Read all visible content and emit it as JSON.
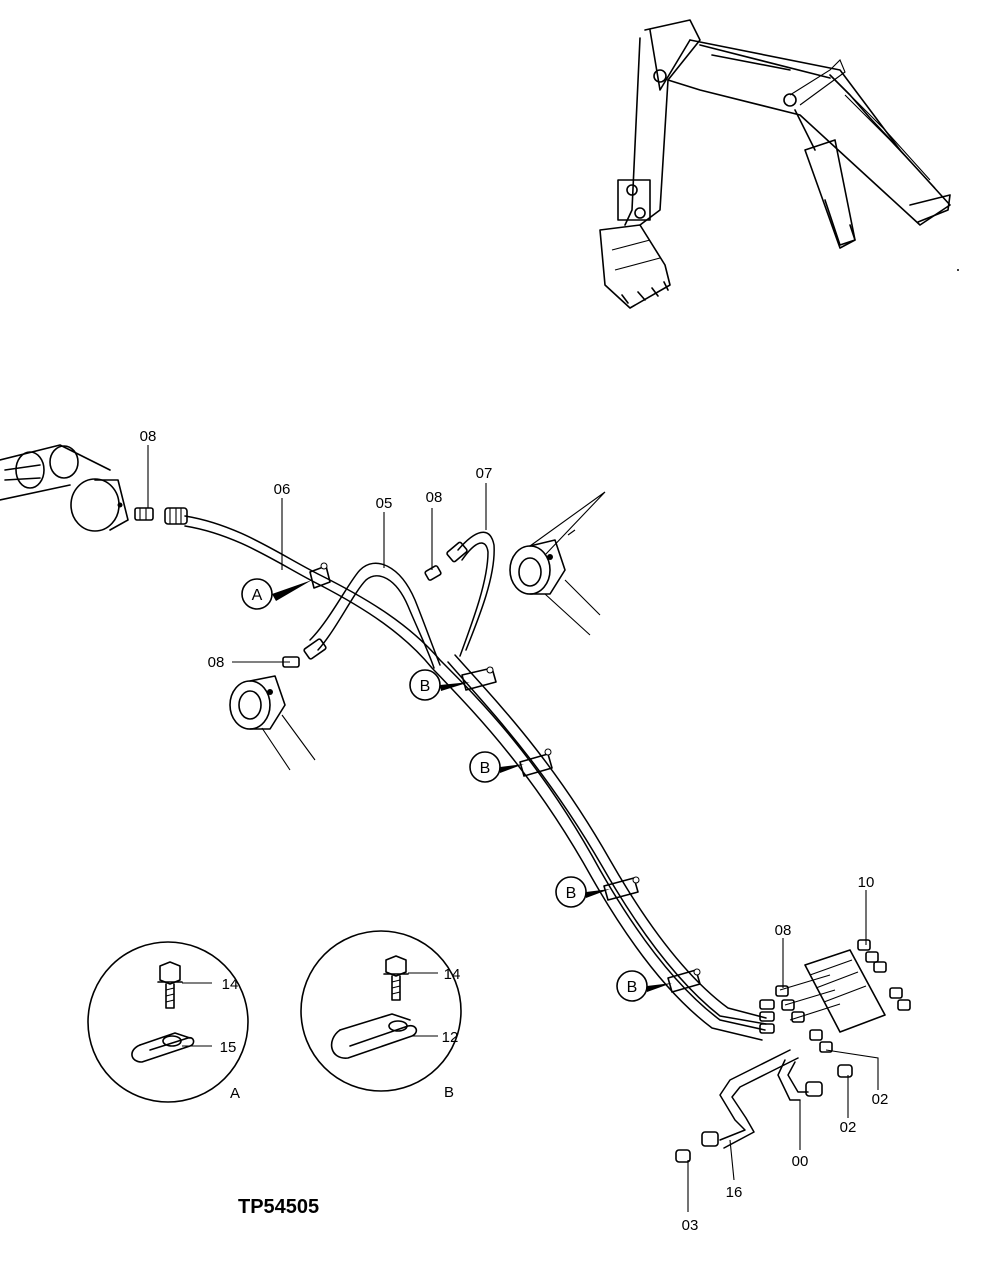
{
  "drawing_number": "TP54505",
  "part_labels": {
    "p08_a": "08",
    "p06": "06",
    "p05": "05",
    "p08_b": "08",
    "p07": "07",
    "p08_c": "08",
    "p10": "10",
    "p08_d": "08",
    "p02_a": "02",
    "p02_b": "02",
    "p00": "00",
    "p16": "16",
    "p03": "03",
    "p14_a": "14",
    "p15": "15",
    "p14_b": "14",
    "p12": "12"
  },
  "callouts": {
    "a": "A",
    "b1": "B",
    "b2": "B",
    "b3": "B",
    "b4": "B"
  },
  "detail_labels": {
    "a": "A",
    "b": "B"
  }
}
